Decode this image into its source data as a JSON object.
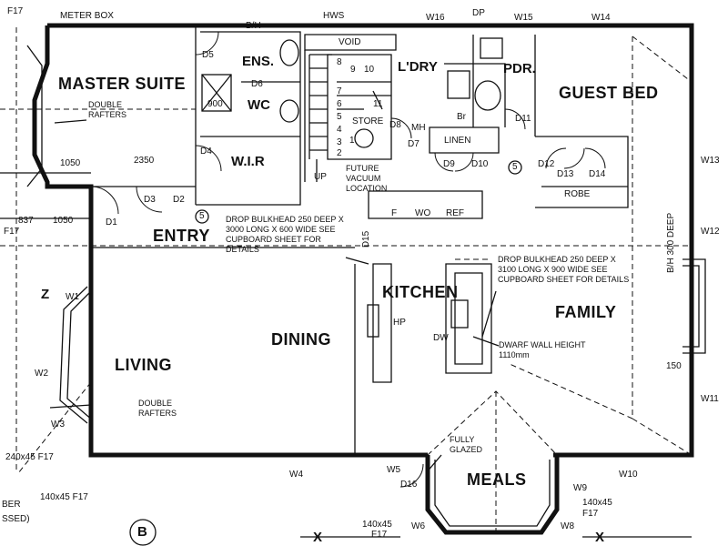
{
  "rooms": {
    "master_suite": "MASTER SUITE",
    "ens": "ENS.",
    "wc": "WC",
    "wir": "W.I.R",
    "ldry": "L'DRY",
    "pdr": "PDR.",
    "guest_bed": "GUEST BED",
    "store": "STORE",
    "entry": "ENTRY",
    "kitchen": "KITCHEN",
    "family": "FAMILY",
    "dining": "DINING",
    "living": "LIVING",
    "meals": "MEALS",
    "void": "VOID",
    "linen": "LINEN",
    "robe": "ROBE"
  },
  "labels": {
    "meter_box": "METER BOX",
    "hws": "HWS",
    "bh_top": "B/H",
    "w16": "W16",
    "w15": "W15",
    "w14": "W14",
    "w13": "W13",
    "w12": "W12",
    "w11": "W11",
    "w10": "W10",
    "w9": "W9",
    "w8": "W8",
    "w6": "W6",
    "w5": "W5",
    "w4": "W4",
    "w3": "W3",
    "w2": "W2",
    "w1": "W1",
    "dp": "DP",
    "d1": "D1",
    "d2": "D2",
    "d3": "D3",
    "d4": "D4",
    "d5": "D5",
    "d6": "D6",
    "d7": "D7",
    "d8": "D8",
    "d9": "D9",
    "d10": "D10",
    "d11": "D11",
    "d12": "D12",
    "d13": "D13",
    "d14": "D14",
    "d15": "D15",
    "d16": "D16",
    "mh": "MH",
    "br": "Br",
    "f": "F",
    "wo": "WO",
    "ref": "REF",
    "hp": "HP",
    "dw": "DW",
    "up": "UP",
    "z": "Z",
    "dim_2350": "2350",
    "dim_1050a": "1050",
    "dim_837": "837",
    "dim_1050b": "1050",
    "dim_900": "900",
    "bh_300_deep": "B/H 300 DEEP",
    "dim_150": "150",
    "f17_top": "F17",
    "f17_a": "F17",
    "f17_b": "F17",
    "dim_240x45": "240x45 F17",
    "dim_140x45_left": "140x45 F17",
    "dim_140x45_mid": "140x45",
    "f17_mid": "F17",
    "dim_140x45_right": "140x45",
    "f17_right": "F17",
    "ber": "BER",
    "ssed": "SSED)",
    "circle_b": "B",
    "x_left": "X",
    "x_right": "X",
    "five_a": "5",
    "five_b": "5",
    "stair_nums": [
      "1",
      "2",
      "3",
      "4",
      "5",
      "6",
      "7",
      "8",
      "9",
      "10",
      "11"
    ]
  },
  "notes": {
    "double_rafters_top": "DOUBLE RAFTERS",
    "double_rafters_left": "DOUBLE RAFTERS",
    "future_vacuum": "FUTURE VACUUM LOCATION",
    "bulkhead_entry": "DROP BULKHEAD 250 DEEP X 3000 LONG X 600 WIDE SEE CUPBOARD SHEET FOR DETAILS",
    "bulkhead_kitchen": "DROP BULKHEAD 250 DEEP X 3100 LONG X 900 WIDE SEE CUPBOARD SHEET FOR DETAILS",
    "dwarf_wall": "DWARF WALL HEIGHT 1110mm",
    "fully_glazed": "FULLY GLAZED"
  }
}
